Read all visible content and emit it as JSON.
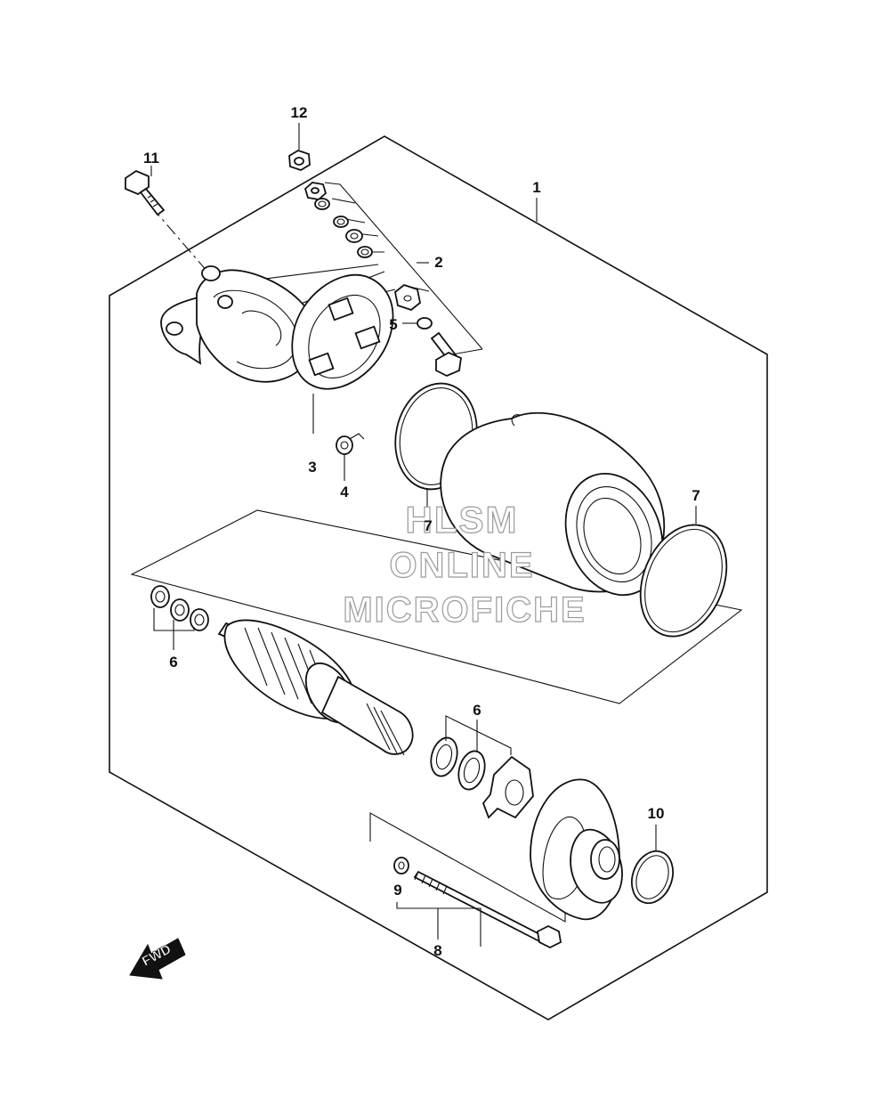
{
  "callouts": {
    "c1": "1",
    "c2": "2",
    "c3": "3",
    "c4": "4",
    "c5": "5",
    "c6a": "6",
    "c6b": "6",
    "c7a": "7",
    "c7b": "7",
    "c8": "8",
    "c9": "9",
    "c10": "10",
    "c11": "11",
    "c12": "12"
  },
  "watermark": {
    "line1": "HLSM",
    "line2": "ONLINE",
    "line3": "MICROFICHE"
  },
  "fwd_label": "FWD",
  "colors": {
    "lines": "#111111",
    "watermark": "#9a9a9a",
    "background": "#ffffff"
  }
}
